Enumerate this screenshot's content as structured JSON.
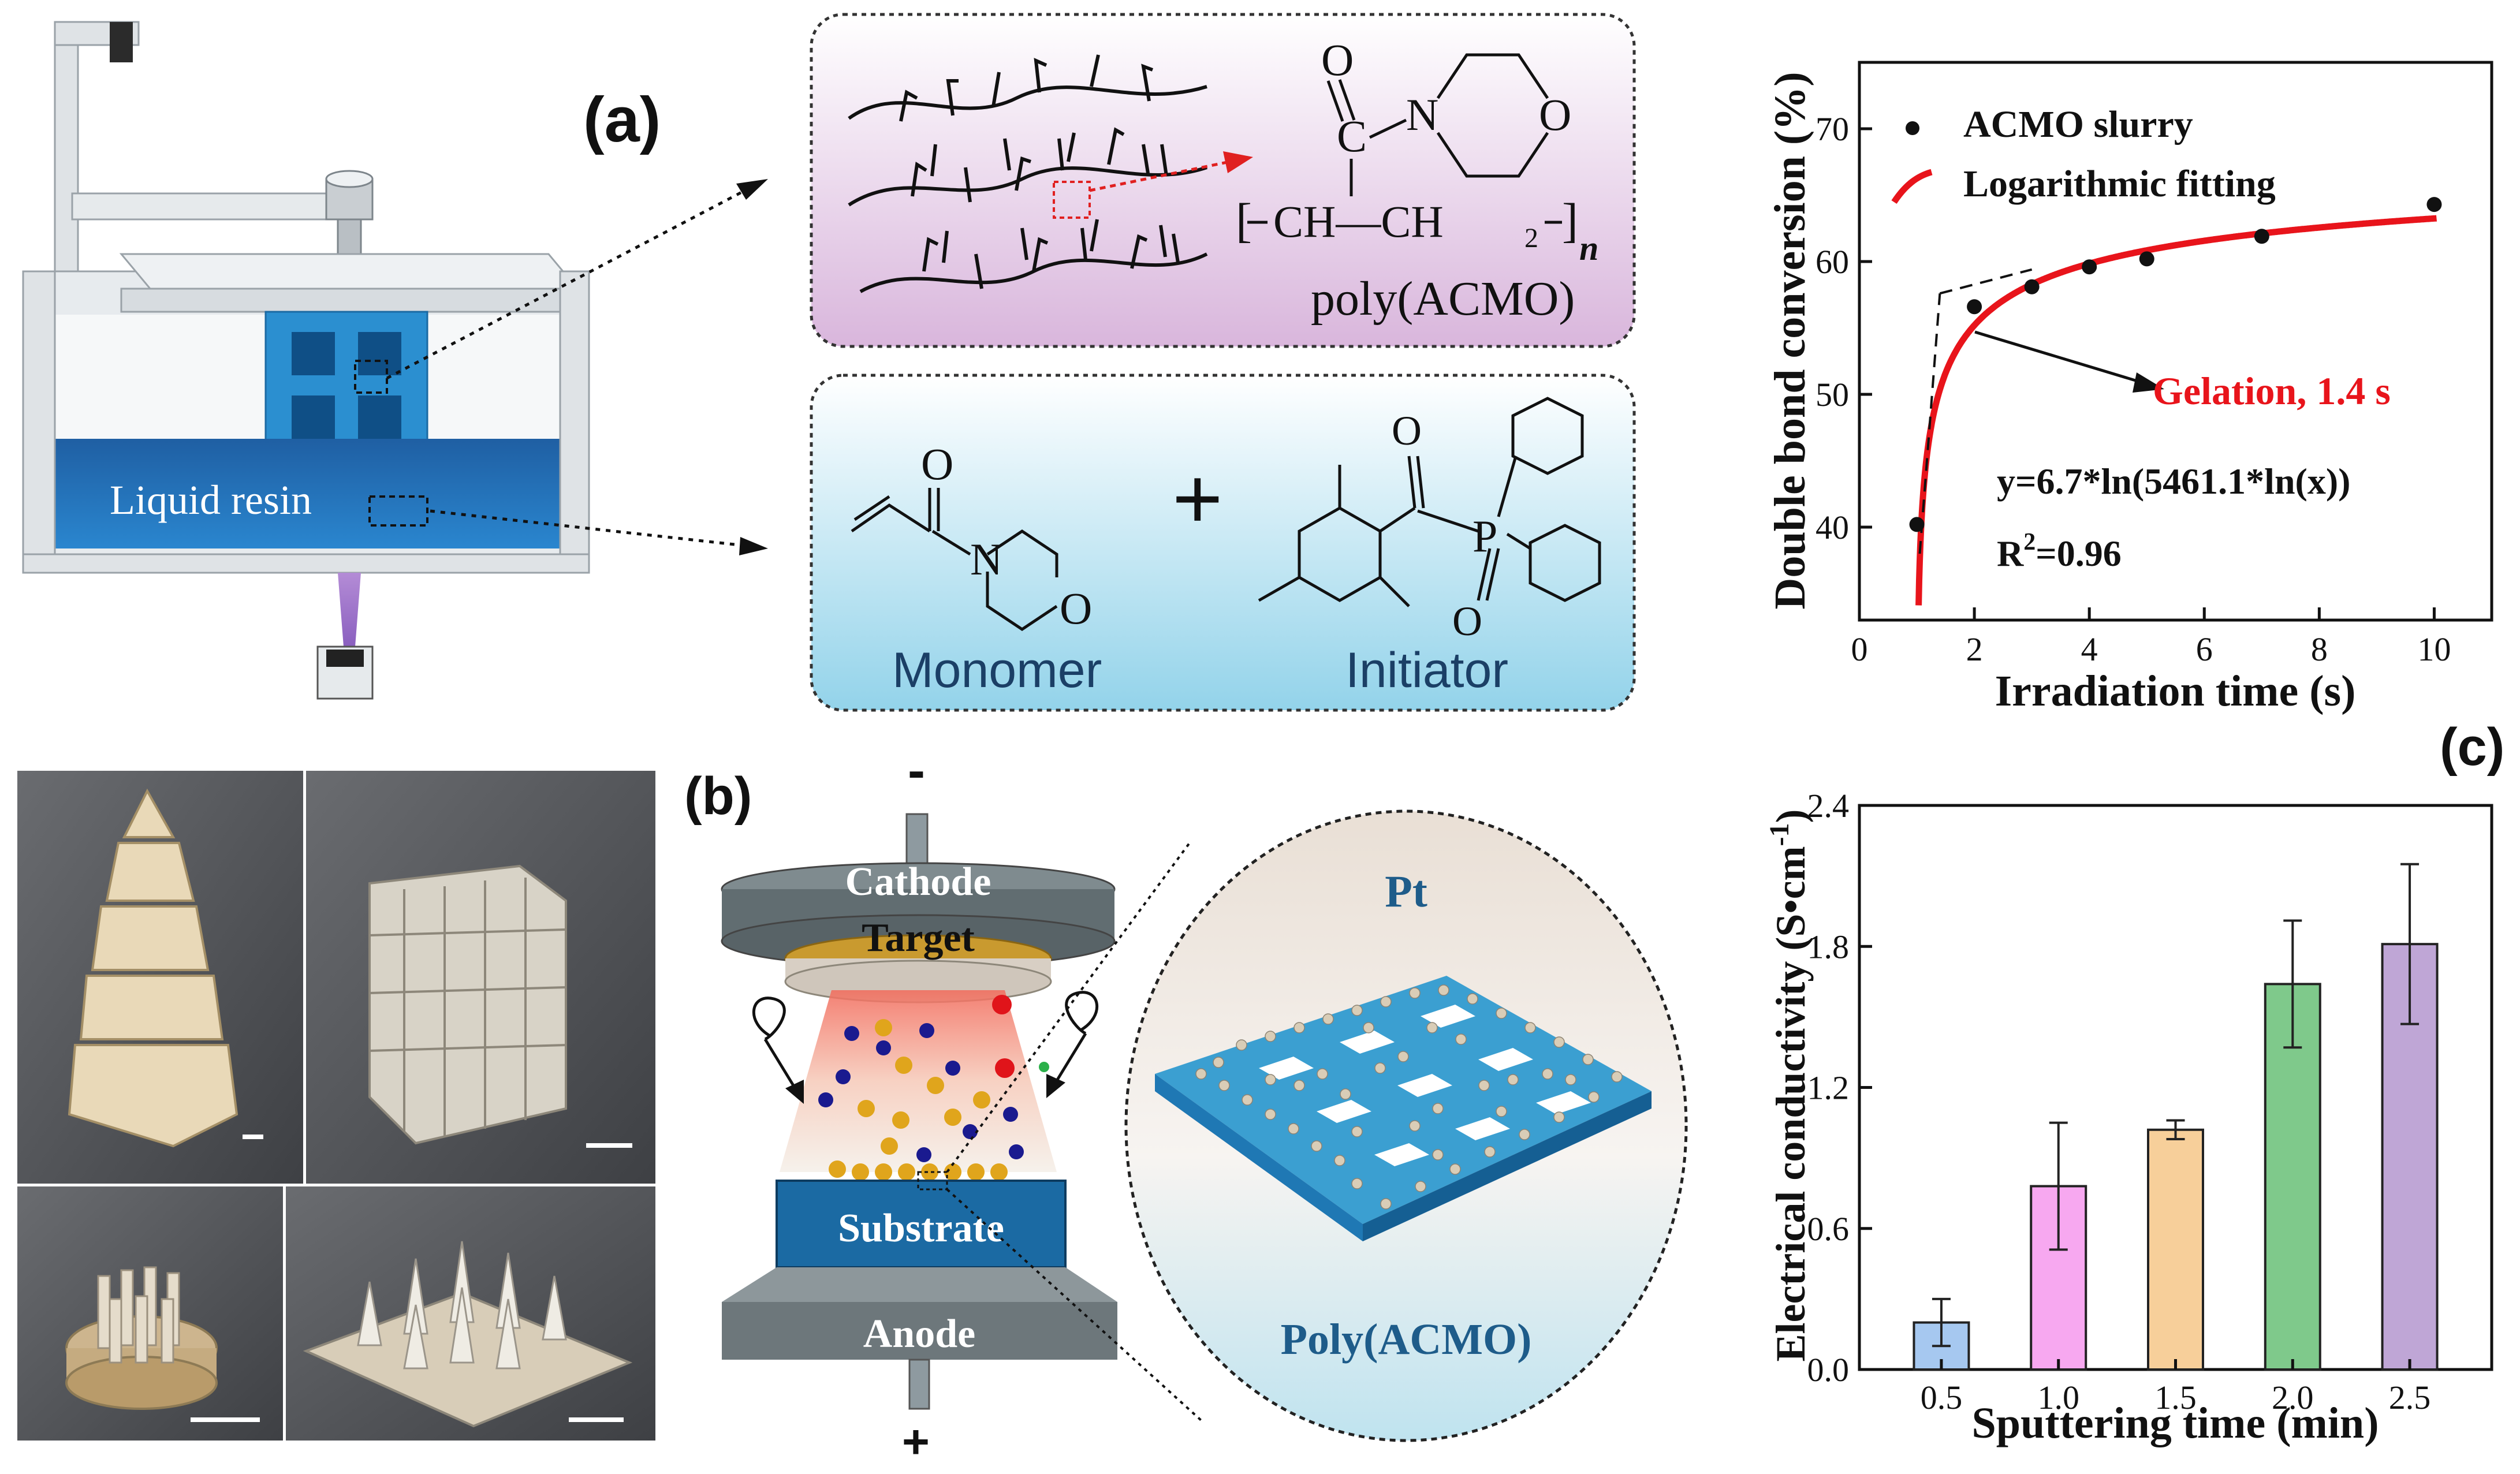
{
  "panel_labels": {
    "a": "(a)",
    "b": "(b)",
    "c": "(c)"
  },
  "printer": {
    "resin_label": "Liquid resin"
  },
  "chemistry": {
    "polymer_c": "C",
    "polymer_o": "O",
    "polymer_n": "N",
    "polymer_ring_o": "O",
    "polymer_repeat": "CH—CH",
    "polymer_sub2": "2",
    "polymer_n_sub": "n",
    "polymer_name": "poly(ACMO)",
    "monomer_o": "O",
    "monomer_n": "N",
    "monomer_ring_o": "O",
    "monomer_label": "Monomer",
    "plus": "+",
    "initiator_o": "O",
    "initiator_p": "P",
    "initiator_o2": "O",
    "initiator_label": "Initiator"
  },
  "sputter": {
    "minus": "-",
    "plus": "+",
    "cathode": "Cathode",
    "target": "Target",
    "substrate": "Substrate",
    "anode": "Anode",
    "pt": "Pt",
    "poly": "Poly(ACMO)"
  },
  "colors": {
    "cube_blue": "#2b8fd0",
    "resin_blue": "#1f72b8",
    "gray_body": "#e4e9ec",
    "red_fit": "#e8141b",
    "bar_blue": "#a6c8f0",
    "bar_pink": "#f7a8f0",
    "bar_orange": "#f7cf9a",
    "bar_green": "#7fc98b",
    "bar_purple": "#bfa6d6"
  },
  "chart_data": [
    {
      "type": "scatter",
      "xlabel": "Irradiation time (s)",
      "ylabel": "Double bond conversion (%)",
      "xlim": [
        0,
        11
      ],
      "ylim": [
        33,
        75
      ],
      "xticks": [
        0,
        2,
        4,
        6,
        8,
        10
      ],
      "yticks": [
        40,
        50,
        60,
        70
      ],
      "legend_placement": "top-left",
      "series": [
        {
          "name": "ACMO slurry",
          "x": [
            1,
            2,
            3,
            4,
            5,
            7,
            10
          ],
          "y": [
            40.2,
            56.6,
            58.1,
            59.6,
            60.2,
            61.9,
            64.3
          ]
        },
        {
          "name": "Logarithmic fitting",
          "equation": "y=6.7*ln(5461.1*ln(x))"
        }
      ],
      "annotations": {
        "gelation": "Gelation, 1.4 s",
        "equation": "y=6.7*ln(5461.1*ln(x))",
        "r2_prefix": "R",
        "r2_sup": "2",
        "r2_value": "=0.96"
      }
    },
    {
      "type": "bar",
      "xlabel": "Sputtering time (min)",
      "ylabel_main": "Electrical conductivity (S•cm",
      "ylabel_sup": "-1",
      "ylabel_end": ")",
      "ylim": [
        0,
        2.4
      ],
      "yticks": [
        "0.0",
        "0.6",
        "1.2",
        "1.8",
        "2.4"
      ],
      "categories": [
        "0.5",
        "1.0",
        "1.5",
        "2.0",
        "2.5"
      ],
      "values": [
        0.2,
        0.78,
        1.02,
        1.64,
        1.81
      ],
      "errors": [
        0.1,
        0.27,
        0.04,
        0.27,
        0.34
      ]
    }
  ]
}
